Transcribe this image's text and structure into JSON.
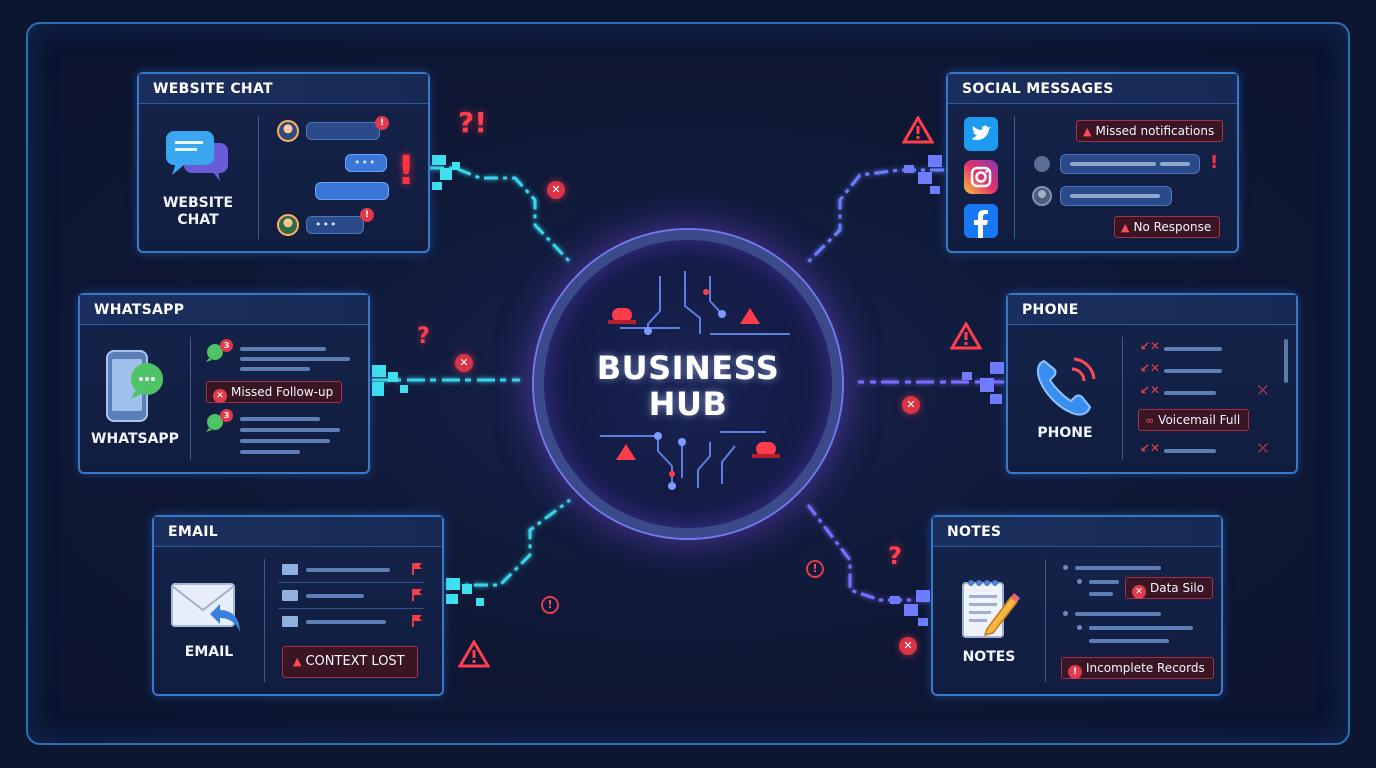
{
  "hub": {
    "title_line1": "BUSINESS",
    "title_line2": "HUB"
  },
  "panels": {
    "website_chat": {
      "header": "WEBSITE CHAT",
      "label_line1": "WEBSITE",
      "label_line2": "CHAT",
      "typing": "•••"
    },
    "social": {
      "header": "SOCIAL MESSAGES",
      "badge_top": "Missed notifications",
      "badge_bottom": "No Response"
    },
    "whatsapp": {
      "header": "WHATSAPP",
      "label": "WHATSAPP",
      "badge": "Missed Follow-up",
      "count1": "3",
      "count2": "3"
    },
    "phone": {
      "header": "PHONE",
      "label": "PHONE",
      "badge": "Voicemail Full"
    },
    "email": {
      "header": "EMAIL",
      "label": "EMAIL",
      "badge": "CONTEXT LOST"
    },
    "notes": {
      "header": "NOTES",
      "label": "NOTES",
      "badge_top": "Data Silo",
      "badge_bottom": "Incomplete Records"
    }
  },
  "marks": {
    "exclaim": "!",
    "question": "?",
    "qexclaim": "?!",
    "x": "✕"
  },
  "colors": {
    "accent": "#3a78c8",
    "alert": "#e0394c",
    "link_cyan": "#39d6e8",
    "link_violet": "#7c6cff"
  },
  "icons": [
    "chat-bubbles-icon",
    "smartphone-chat-icon",
    "envelope-reply-icon",
    "twitter-icon",
    "instagram-icon",
    "facebook-icon",
    "phone-handset-icon",
    "notepad-pencil-icon",
    "alarm-light-icon",
    "warning-triangle-icon",
    "red-flag-icon",
    "missed-call-icon",
    "voicemail-icon"
  ]
}
